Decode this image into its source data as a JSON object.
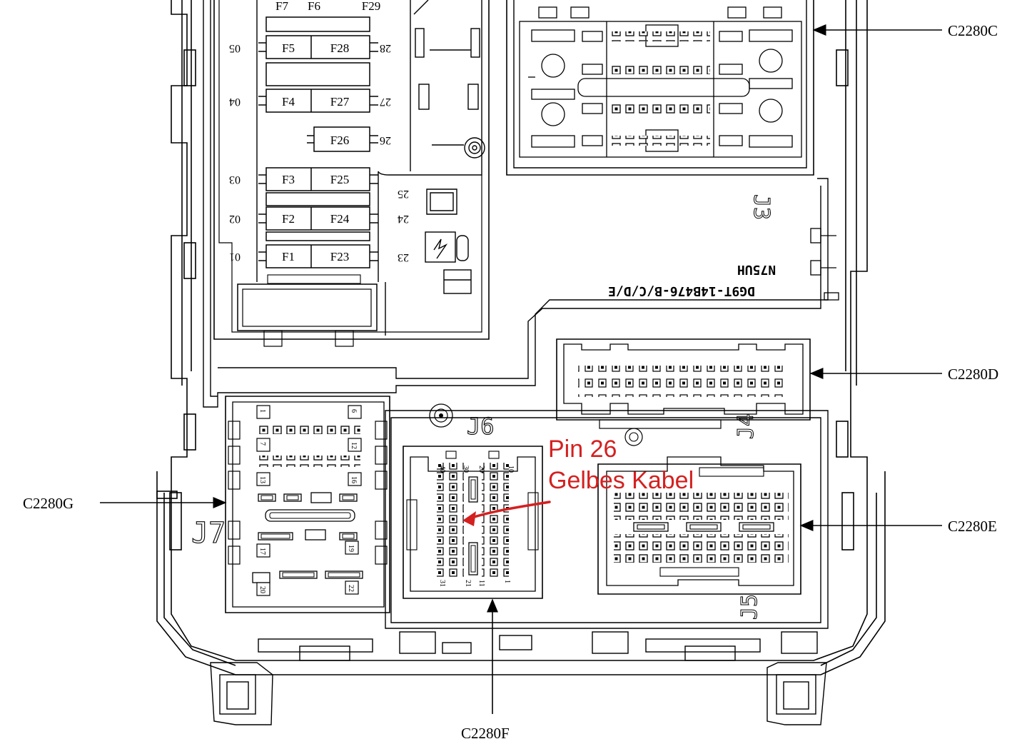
{
  "fuses": {
    "left_column": [
      "F5",
      "F4",
      "F3",
      "F2",
      "F1"
    ],
    "right_column": [
      "F28",
      "F27",
      "F26",
      "F25",
      "F24",
      "F23"
    ],
    "top_partial": [
      "F7",
      "F6",
      "F29"
    ]
  },
  "slot_numbers": {
    "left": [
      "05",
      "04",
      "03",
      "02",
      "01"
    ],
    "right": [
      "28",
      "27",
      "26",
      "25",
      "24",
      "23"
    ]
  },
  "connector_labels": {
    "c": "C2280C",
    "d": "C2280D",
    "e": "C2280E",
    "f": "C2280F",
    "g": "C2280G"
  },
  "housing_marks": {
    "j3": "J3",
    "j4": "J4",
    "j5": "J5",
    "j6": "J6",
    "j7": "J7",
    "part_number": "DG9T-14B476-B/C/D/E",
    "code": "N75UH"
  },
  "c2280g_pins": [
    "1",
    "6",
    "7",
    "12",
    "13",
    "16",
    "17",
    "19",
    "20",
    "22"
  ],
  "c2280f_pins": [
    "40",
    "30",
    "20",
    "10",
    "31",
    "21",
    "11",
    "1"
  ],
  "annotation": {
    "line1": "Pin 26",
    "line2": "Gelbes Kabel",
    "color": "#d42020"
  }
}
